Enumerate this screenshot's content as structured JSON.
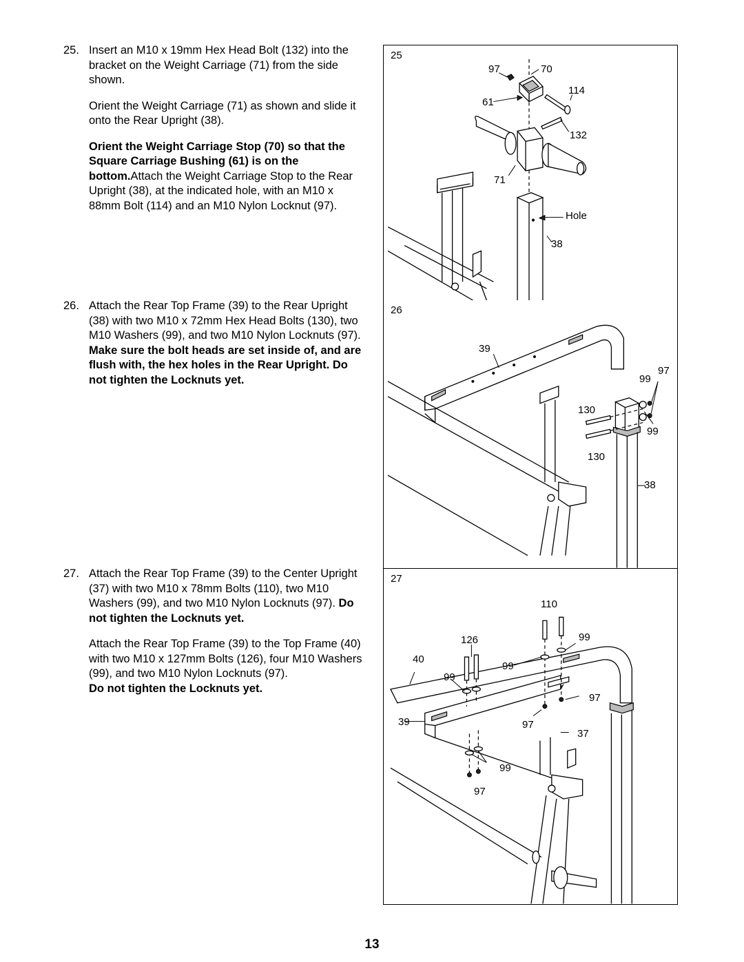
{
  "steps": [
    {
      "number": "25.",
      "paragraphs": [
        {
          "text": "Insert an M10 x 19mm Hex Head Bolt (132) into the bracket on the Weight Carriage (71) from the side shown."
        },
        {
          "text": "Orient the Weight Carriage (71) as shown and slide it onto the Rear Upright (38)."
        },
        {
          "bold": "Orient the Weight Carriage Stop (70) so that the Square Carriage Bushing (61) is on the bottom.",
          "text": "Attach the Weight Carriage Stop to the Rear Upright (38), at the indicated hole, with an M10 x 88mm Bolt (114) and an M10 Nylon Locknut (97)."
        }
      ]
    },
    {
      "number": "26.",
      "paragraphs": [
        {
          "text": "Attach the Rear Top Frame (39) to the Rear Upright (38) with two M10 x 72mm Hex Head Bolts (130), two M10 Washers (99), and two M10 Nylon Locknuts (97). ",
          "bold": "Make sure the bolt heads are set inside of, and are flush with, the hex holes in the Rear Upright. Do not tighten the Locknuts yet."
        }
      ]
    },
    {
      "number": "27.",
      "paragraphs": [
        {
          "text": "Attach the Rear Top Frame (39) to the Center Upright (37) with two M10 x 78mm Bolts (110), two M10 Washers (99), and two M10 Nylon Locknuts (97). ",
          "bold": "Do not tighten the Locknuts yet."
        },
        {
          "text": "Attach the Rear Top Frame (39) to the Top Frame (40) with two M10 x 127mm Bolts (126), four M10 Washers (99), and two M10 Nylon Locknuts (97). ",
          "bold": "Do not tighten the Locknuts yet."
        }
      ]
    }
  ],
  "panels": {
    "p25": {
      "number": "25",
      "labels": {
        "l97": "97",
        "l70": "70",
        "l114": "114",
        "l61": "61",
        "l132": "132",
        "l71": "71",
        "hole": "Hole",
        "l38": "38"
      }
    },
    "p26": {
      "number": "26",
      "labels": {
        "l39": "39",
        "l97": "97",
        "l99a": "99",
        "l130a": "130",
        "l99b": "99",
        "l130b": "130",
        "l38": "38"
      }
    },
    "p27": {
      "number": "27",
      "labels": {
        "l110": "110",
        "l99a": "99",
        "l126": "126",
        "l40": "40",
        "l99b": "99",
        "l99c": "99",
        "l97a": "97",
        "l39": "39",
        "l97b": "97",
        "l37": "37",
        "l99d": "99",
        "l97c": "97"
      }
    }
  },
  "page_number": "13"
}
